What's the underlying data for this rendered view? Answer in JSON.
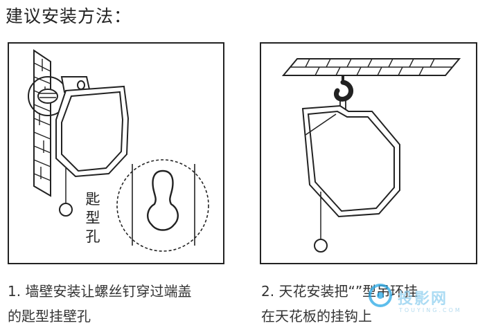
{
  "heading": "建议安装方法：",
  "wall_panel": {
    "label_chars": [
      "匙",
      "型",
      "孔"
    ]
  },
  "captions": {
    "wall": [
      "1. 墙壁安装让螺丝钉穿过端盖",
      "的匙型挂壁孔"
    ],
    "ceiling": [
      "2. 天花安装把“",
      "在天花板的挂钩上"
    ],
    "ceiling_tail": "”型吊环挂"
  },
  "watermark": {
    "text": "投影网",
    "sub": "TOUYING.COM"
  },
  "colors": {
    "ink": "#222222",
    "watermark_blue": "#29a9e6"
  }
}
